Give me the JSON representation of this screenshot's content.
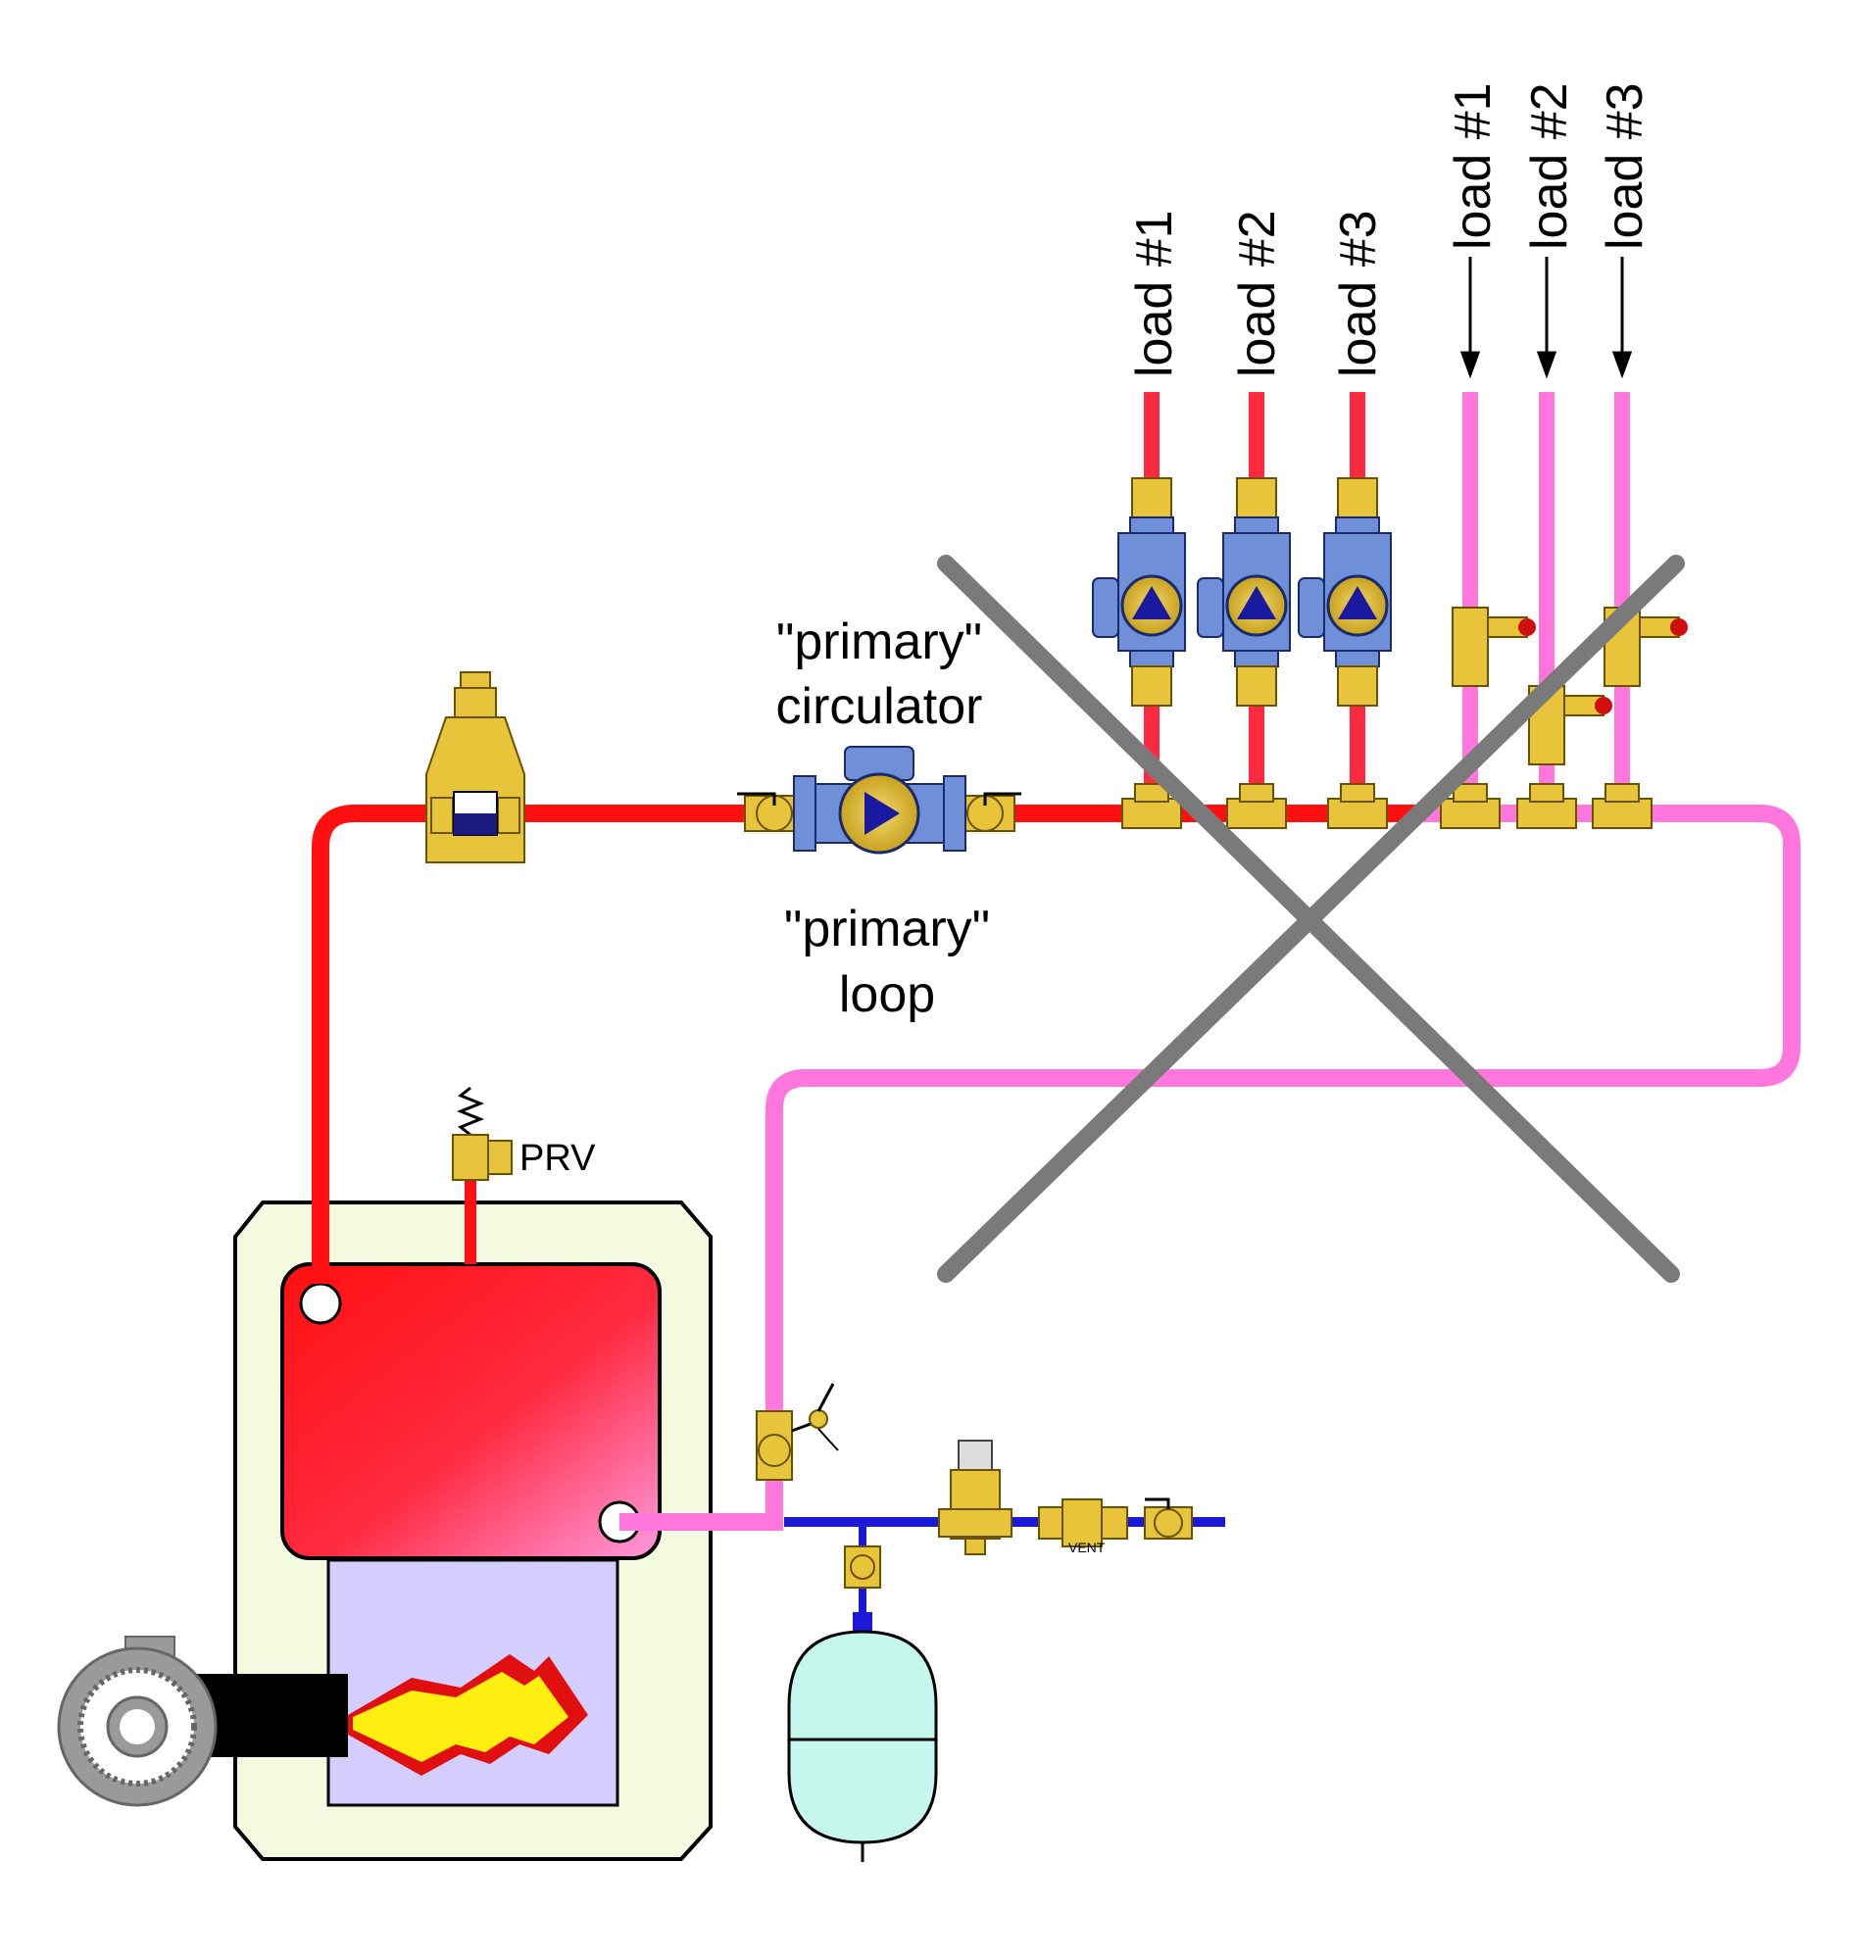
{
  "labels": {
    "primary_circulator_line1": "\"primary\"",
    "primary_circulator_line2": "circulator",
    "primary_loop_line1": "\"primary\"",
    "primary_loop_line2": "loop",
    "prv": "PRV",
    "supply_loads": [
      "load #1",
      "load #2",
      "load #3"
    ],
    "return_loads": [
      "load #1",
      "load #2",
      "load #3"
    ],
    "vent_mark": "VENT"
  },
  "colors": {
    "supply_pipe": "#ff1010",
    "return_pipe": "#ff77dd",
    "cold_water_pipe": "#1a1ad6",
    "brass": "#e8c43a",
    "pump_body": "#6f8fd8",
    "pump_triangle": "#1a1aa0",
    "boiler_jacket": "#f4fae0",
    "heat_exchanger": "#ff1a1a",
    "firebox": "#d4ceff",
    "expansion_tank": "#c6f7ec",
    "cross_out": "#7a7a7a",
    "flame_outer": "#e01010",
    "flame_inner": "#ffee10"
  },
  "icons": {
    "air_separator": "air-separator-icon",
    "circulator": "circulator-pump-icon",
    "ball_valve": "ball-valve-icon",
    "flow_check": "flow-check-icon",
    "relief_valve": "pressure-relief-valve-icon",
    "purge_valve": "purge-valve-icon",
    "fill_valve": "pressure-reducing-valve-icon",
    "backflow": "backflow-preventer-icon",
    "expansion_tank": "expansion-tank-icon",
    "burner": "burner-icon",
    "tee": "tee-fitting-icon"
  }
}
